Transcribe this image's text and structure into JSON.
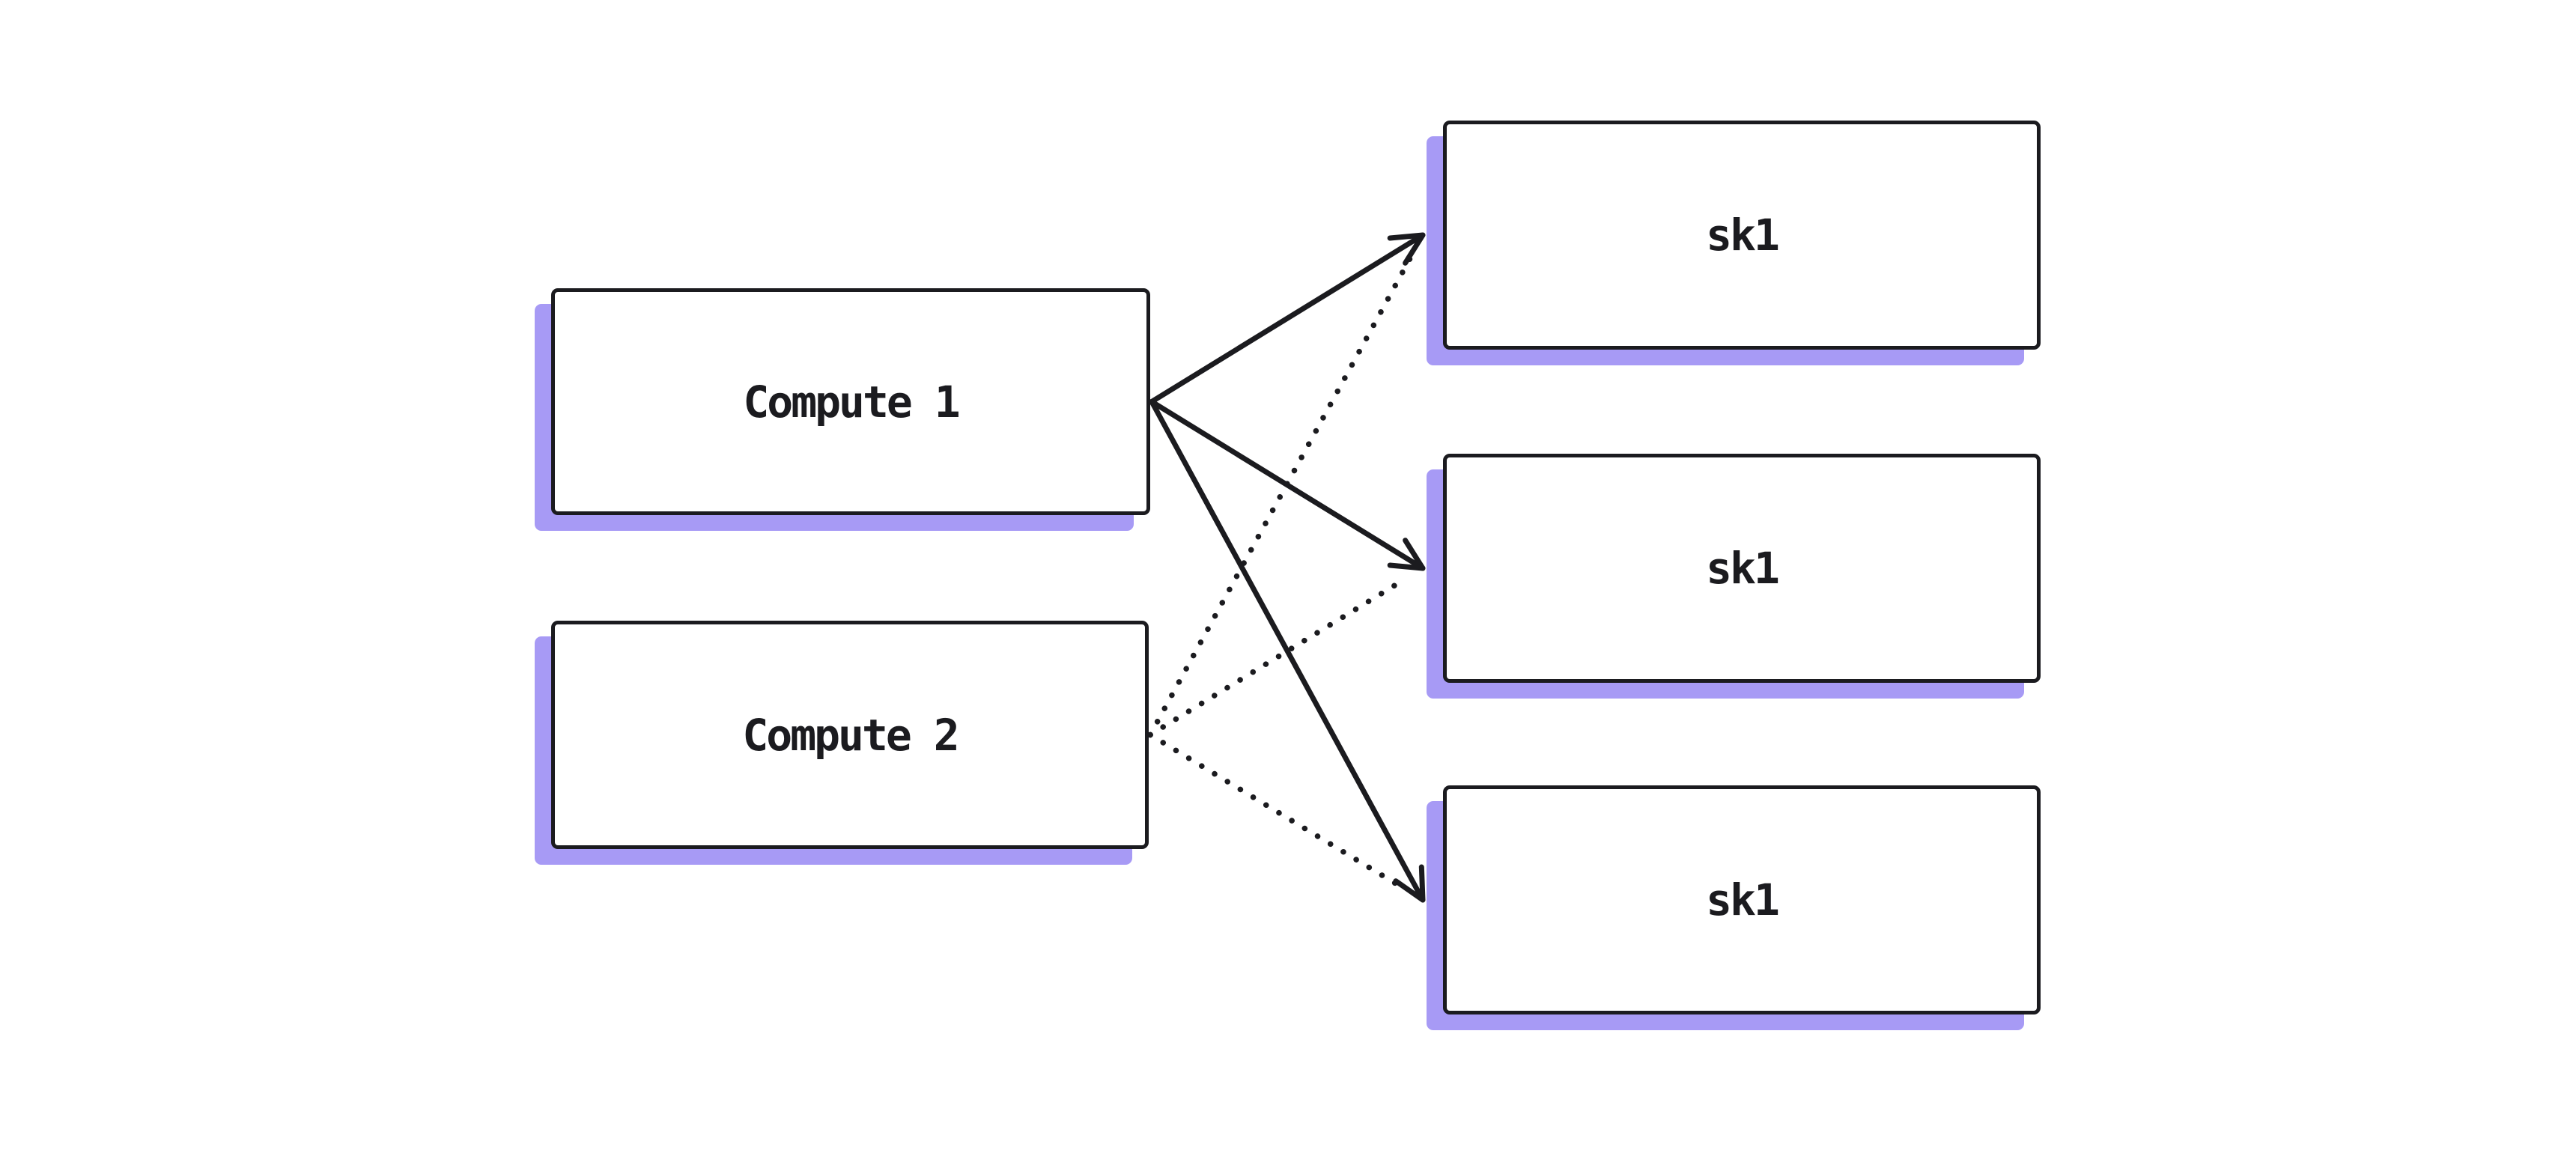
{
  "diagram": {
    "background_color": "#ffffff",
    "node_fill_color": "#ffffff",
    "node_border_color": "#1b1b1f",
    "node_shadow_color": "#a79af5",
    "text_color": "#1b1b1f",
    "nodes": [
      {
        "id": "compute1",
        "label": "Compute 1"
      },
      {
        "id": "compute2",
        "label": "Compute 2"
      },
      {
        "id": "sk1-top",
        "label": "sk1"
      },
      {
        "id": "sk1-middle",
        "label": "sk1"
      },
      {
        "id": "sk1-bottom",
        "label": "sk1"
      }
    ],
    "edges": [
      {
        "from": "compute1",
        "to": "sk1-top",
        "style": "solid",
        "arrowhead": true
      },
      {
        "from": "compute1",
        "to": "sk1-middle",
        "style": "solid",
        "arrowhead": true
      },
      {
        "from": "compute1",
        "to": "sk1-bottom",
        "style": "solid",
        "arrowhead": true
      },
      {
        "from": "compute2",
        "to": "sk1-top",
        "style": "dotted",
        "arrowhead": false
      },
      {
        "from": "compute2",
        "to": "sk1-middle",
        "style": "dotted",
        "arrowhead": false
      },
      {
        "from": "compute2",
        "to": "sk1-bottom",
        "style": "dotted",
        "arrowhead": false
      }
    ]
  }
}
